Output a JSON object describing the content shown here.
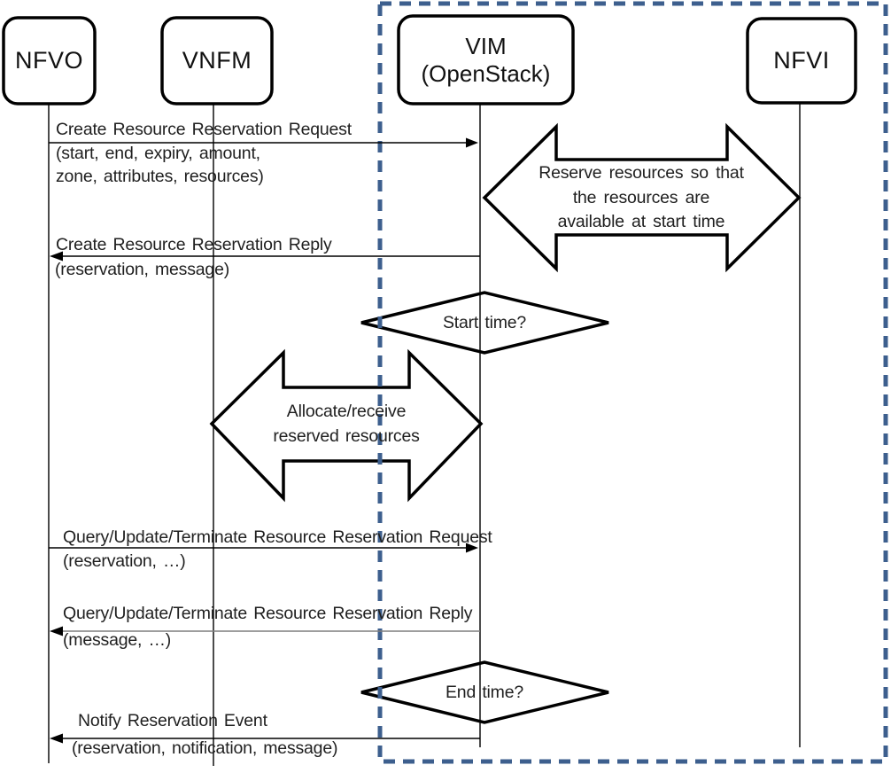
{
  "actors": [
    {
      "label": "NFVO"
    },
    {
      "label": "VNFM"
    },
    {
      "label": "VIM",
      "sublabel": "(OpenStack)"
    },
    {
      "label": "NFVI"
    }
  ],
  "messages": [
    {
      "line1": "Create Resource Reservation Request",
      "line2": "(start, end, expiry, amount,",
      "line3": "zone, attributes, resources)"
    },
    {
      "line1": "Create Resource Reservation Reply",
      "line2": "(reservation, message)"
    },
    {
      "line1": "Query/Update/Terminate Resource Reservation Request",
      "line2": "(reservation, …)"
    },
    {
      "line1": "Query/Update/Terminate Resource Reservation Reply",
      "line2": "(message, …)"
    },
    {
      "line1": "Notify Reservation Event",
      "line2": "(reservation, notification, message)"
    }
  ],
  "activities": [
    {
      "line1": "Reserve resources so that",
      "line2": "the resources are",
      "line3": "available at start time"
    },
    {
      "line1": "Allocate/receive",
      "line2": "reserved resources"
    }
  ],
  "decisions": [
    {
      "label": "Start time?"
    },
    {
      "label": "End time?"
    }
  ],
  "colors": {
    "line": "#000000",
    "reply_line": "#7f7f7f",
    "dashed_border": "#3d5f8e",
    "text": "#1f1f1f",
    "background": "#ffffff"
  }
}
